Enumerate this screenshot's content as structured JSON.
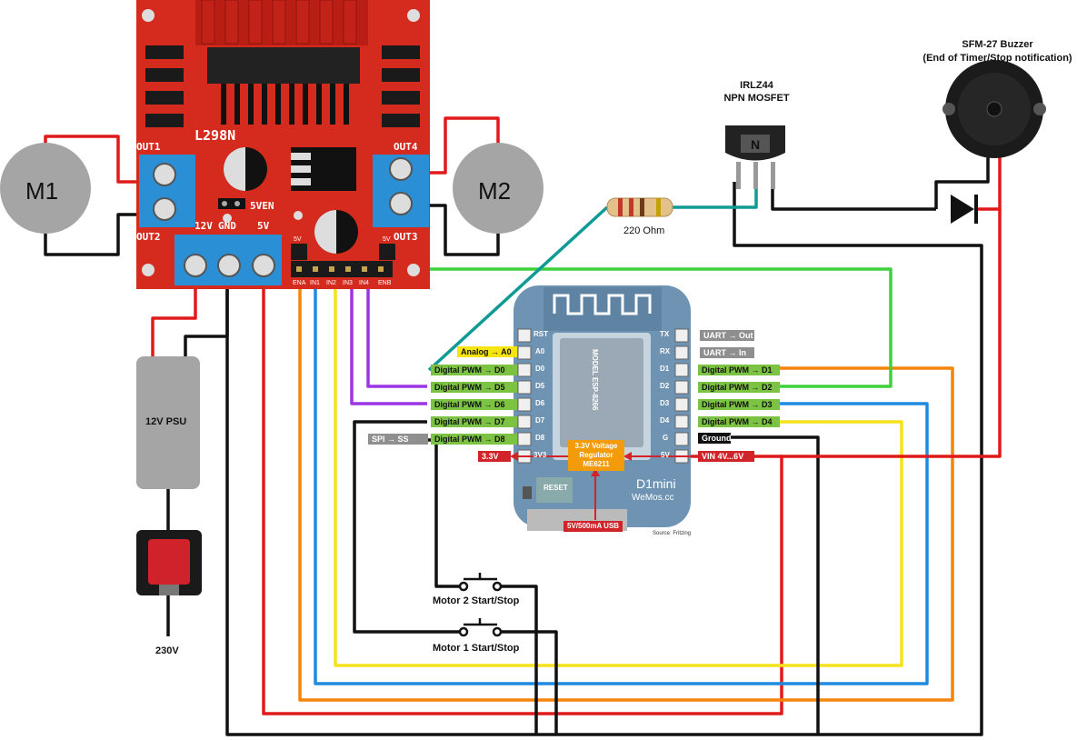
{
  "driver": {
    "chip": "L298N",
    "out1": "OUT1",
    "out2": "OUT2",
    "out3": "OUT3",
    "out4": "OUT4",
    "v12": "12V",
    "gnd": "GND",
    "v5": "5V",
    "sven": "5VEN",
    "v5a": "5V",
    "v5b": "5V",
    "ena": "ENA",
    "in1": "IN1",
    "in2": "IN2",
    "in3": "IN3",
    "in4": "IN4",
    "enb": "ENB"
  },
  "motors": {
    "m1": "M1",
    "m2": "M2"
  },
  "resistor": "220 Ohm",
  "mosfet": {
    "name": "IRLZ44",
    "type": "NPN MOSFET"
  },
  "buzzer": {
    "name": "SFM-27 Buzzer",
    "note": "(End of Timer/Stop notification)"
  },
  "psu": "12V PSU",
  "mains": "230V",
  "buttons": {
    "motor2": "Motor 2 Start/Stop",
    "motor1": "Motor 1 Start/Stop"
  },
  "board": {
    "module": "MODEL ESP-8266",
    "name": "D1mini",
    "brand": "WeMos.cc",
    "reset": "RESET",
    "regulator": "3.3V Voltage Regulator ME6211",
    "usb": "5V/500mA USB",
    "source": "Source: Fritzing",
    "left_pins": [
      "RST",
      "A0",
      "D0",
      "D5",
      "D6",
      "D7",
      "D8",
      "3V3"
    ],
    "right_pins": [
      "TX",
      "RX",
      "D1",
      "D2",
      "D3",
      "D4",
      "G",
      "5V"
    ]
  },
  "labels": {
    "analog": "Analog → A0",
    "d0": "Digital PWM → D0",
    "d5": "Digital PWM → D5",
    "d6": "Digital PWM → D6",
    "d7": "Digital PWM → D7",
    "d8": "Digital PWM → D8",
    "spi_ss": "SPI → SS",
    "v33": "3.3V",
    "uart_out": "UART → Out",
    "uart_in": "UART → In",
    "d1": "Digital PWM → D1",
    "d2": "Digital PWM → D2",
    "d3": "Digital PWM → D3",
    "d4": "Digital PWM → D4",
    "ground": "Ground",
    "vin": "VIN 4V...6V"
  },
  "colors": {
    "board_red": "#d52b1e",
    "terminal_blue": "#2b8fd6",
    "wemos_blue": "#6f93b3",
    "wire_green": "#3fd13b",
    "wire_teal": "#0f9a95",
    "wire_orange": "#f4840c",
    "wire_blue": "#1f8be0",
    "wire_yellow": "#f6e21a",
    "wire_purple": "#9c35e3",
    "wire_red": "#e01a1a"
  }
}
